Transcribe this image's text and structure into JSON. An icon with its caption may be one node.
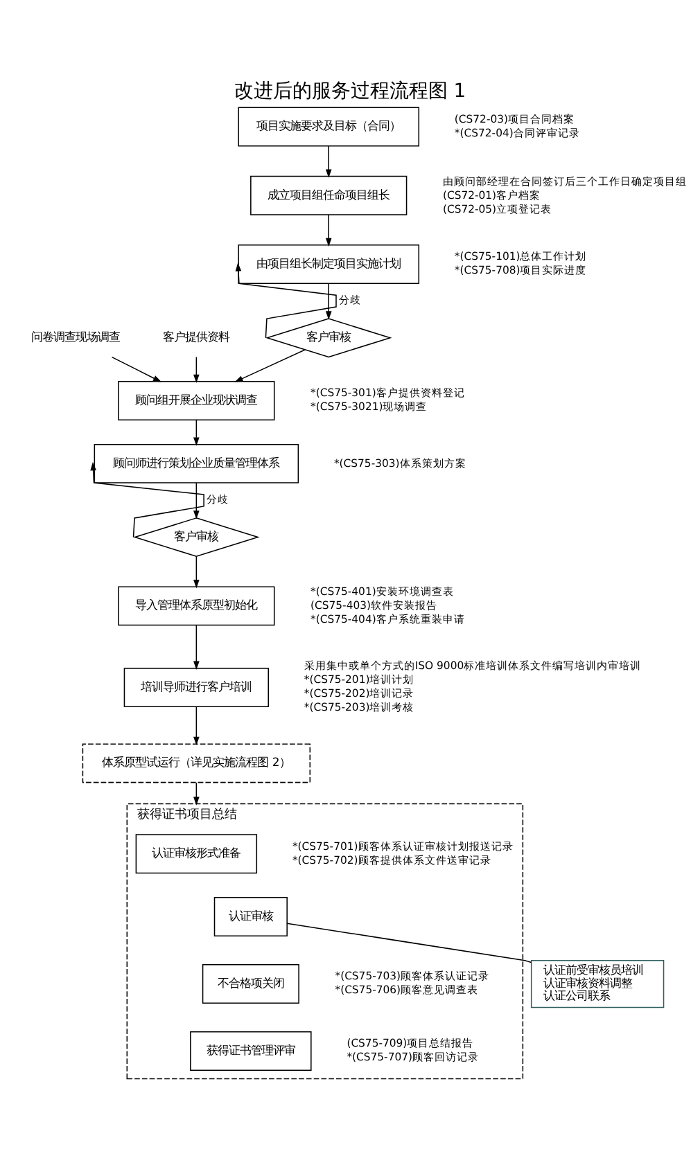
{
  "diagram": {
    "title": "改进后的服务过程流程图 1",
    "nodes": [
      {
        "text": [
          "项目实施要求及目标（合同）"
        ],
        "beside": [
          "(CS72-03)项目合同档案",
          "*(CS72-04)合同评审记录"
        ]
      },
      {
        "text": [
          "成立项目组任命项目组长"
        ],
        "beside": [
          "由顾问部经理在合同签订后三个工作日确定项目组",
          "(CS72-01)客户档案",
          "(CS72-05)立项登记表"
        ]
      },
      {
        "text": [
          "由项目组长制定项目实施计划"
        ],
        "beside": [
          "*(CS75-101)总体工作计划",
          "*(CS75-708)项目实际进度"
        ]
      },
      {
        "text": [
          "客户审核"
        ]
      },
      {
        "text": [
          "顾问组开展企业现状调查"
        ],
        "beside": [
          "*(CS75-301)客户提供资料登记",
          "*(CS75-3021)现场调查"
        ]
      },
      {
        "text": [
          "顾问师进行策划企业质量管理体系"
        ],
        "beside": [
          "*(CS75-303)体系策划方案"
        ]
      },
      {
        "text": [
          "客户审核"
        ]
      },
      {
        "text": [
          "导入管理体系原型初始化"
        ],
        "beside": [
          "*(CS75-401)安装环境调查表",
          "(CS75-403)软件安装报告",
          "*(CS75-404)客户系统重装申请"
        ]
      },
      {
        "text": [
          "培训导师进行客户培训"
        ],
        "beside": [
          "采用集中或单个方式的ISO 9000标准培训体系文件编写培训内审培训",
          "*(CS75-201)培训计划",
          "*(CS75-202)培训记录",
          "*(CS75-203)培训考核"
        ]
      },
      {
        "text": [
          "体系原型试运行（详见实施流程图 2）"
        ]
      },
      {
        "text": [
          "获得证书项目总结"
        ]
      },
      {
        "text": [
          "认证审核形式准备"
        ],
        "in": 10,
        "beside": [
          "*(CS75-701)顾客体系认证审核计划报送记录",
          "*(CS75-702)顾客提供体系文件送审记录"
        ]
      },
      {
        "text": [
          "认证审核"
        ],
        "in": 10
      },
      {
        "text": [
          "不合格项关闭"
        ],
        "in": 10,
        "beside": [
          "*(CS75-703)顾客体系认证记录",
          "*(CS75-706)顾客意见调查表"
        ]
      },
      {
        "text": [
          "获得证书管理评审"
        ],
        "in": 10,
        "beside": [
          "(CS75-709)项目总结报告",
          "*(CS75-707)顾客回访记录"
        ]
      },
      {
        "text": [
          "认证前受审核员培训",
          "认证审核资料调整",
          "认证公司联系"
        ]
      },
      {
        "text": [
          "问卷调查现场调查"
        ]
      },
      {
        "text": [
          "客户提供资料"
        ]
      }
    ],
    "edges": [
      {
        "from": 0,
        "to": 1,
        "arrow": "to"
      },
      {
        "from": 1,
        "to": 2,
        "arrow": "to"
      },
      {
        "from": 2,
        "to": 3,
        "arrow": "to"
      },
      {
        "from": 3,
        "to": 2,
        "arrow": "to",
        "label": "分歧"
      },
      {
        "from": 3,
        "to": 4,
        "arrow": "to"
      },
      {
        "from": 16,
        "to": 4,
        "arrow": "to"
      },
      {
        "from": 17,
        "to": 4,
        "arrow": "to"
      },
      {
        "from": 4,
        "to": 5,
        "arrow": "to"
      },
      {
        "from": 5,
        "to": 6,
        "arrow": "to"
      },
      {
        "from": 6,
        "to": 5,
        "arrow": "to",
        "label": "分歧"
      },
      {
        "from": 6,
        "to": 7,
        "arrow": "to"
      },
      {
        "from": 7,
        "to": 8,
        "arrow": "to"
      },
      {
        "from": 8,
        "to": 9,
        "arrow": "to"
      },
      {
        "from": 9,
        "to": 10,
        "arrow": "to"
      },
      {
        "from": 12,
        "to": 15,
        "arrow": "none"
      }
    ]
  }
}
